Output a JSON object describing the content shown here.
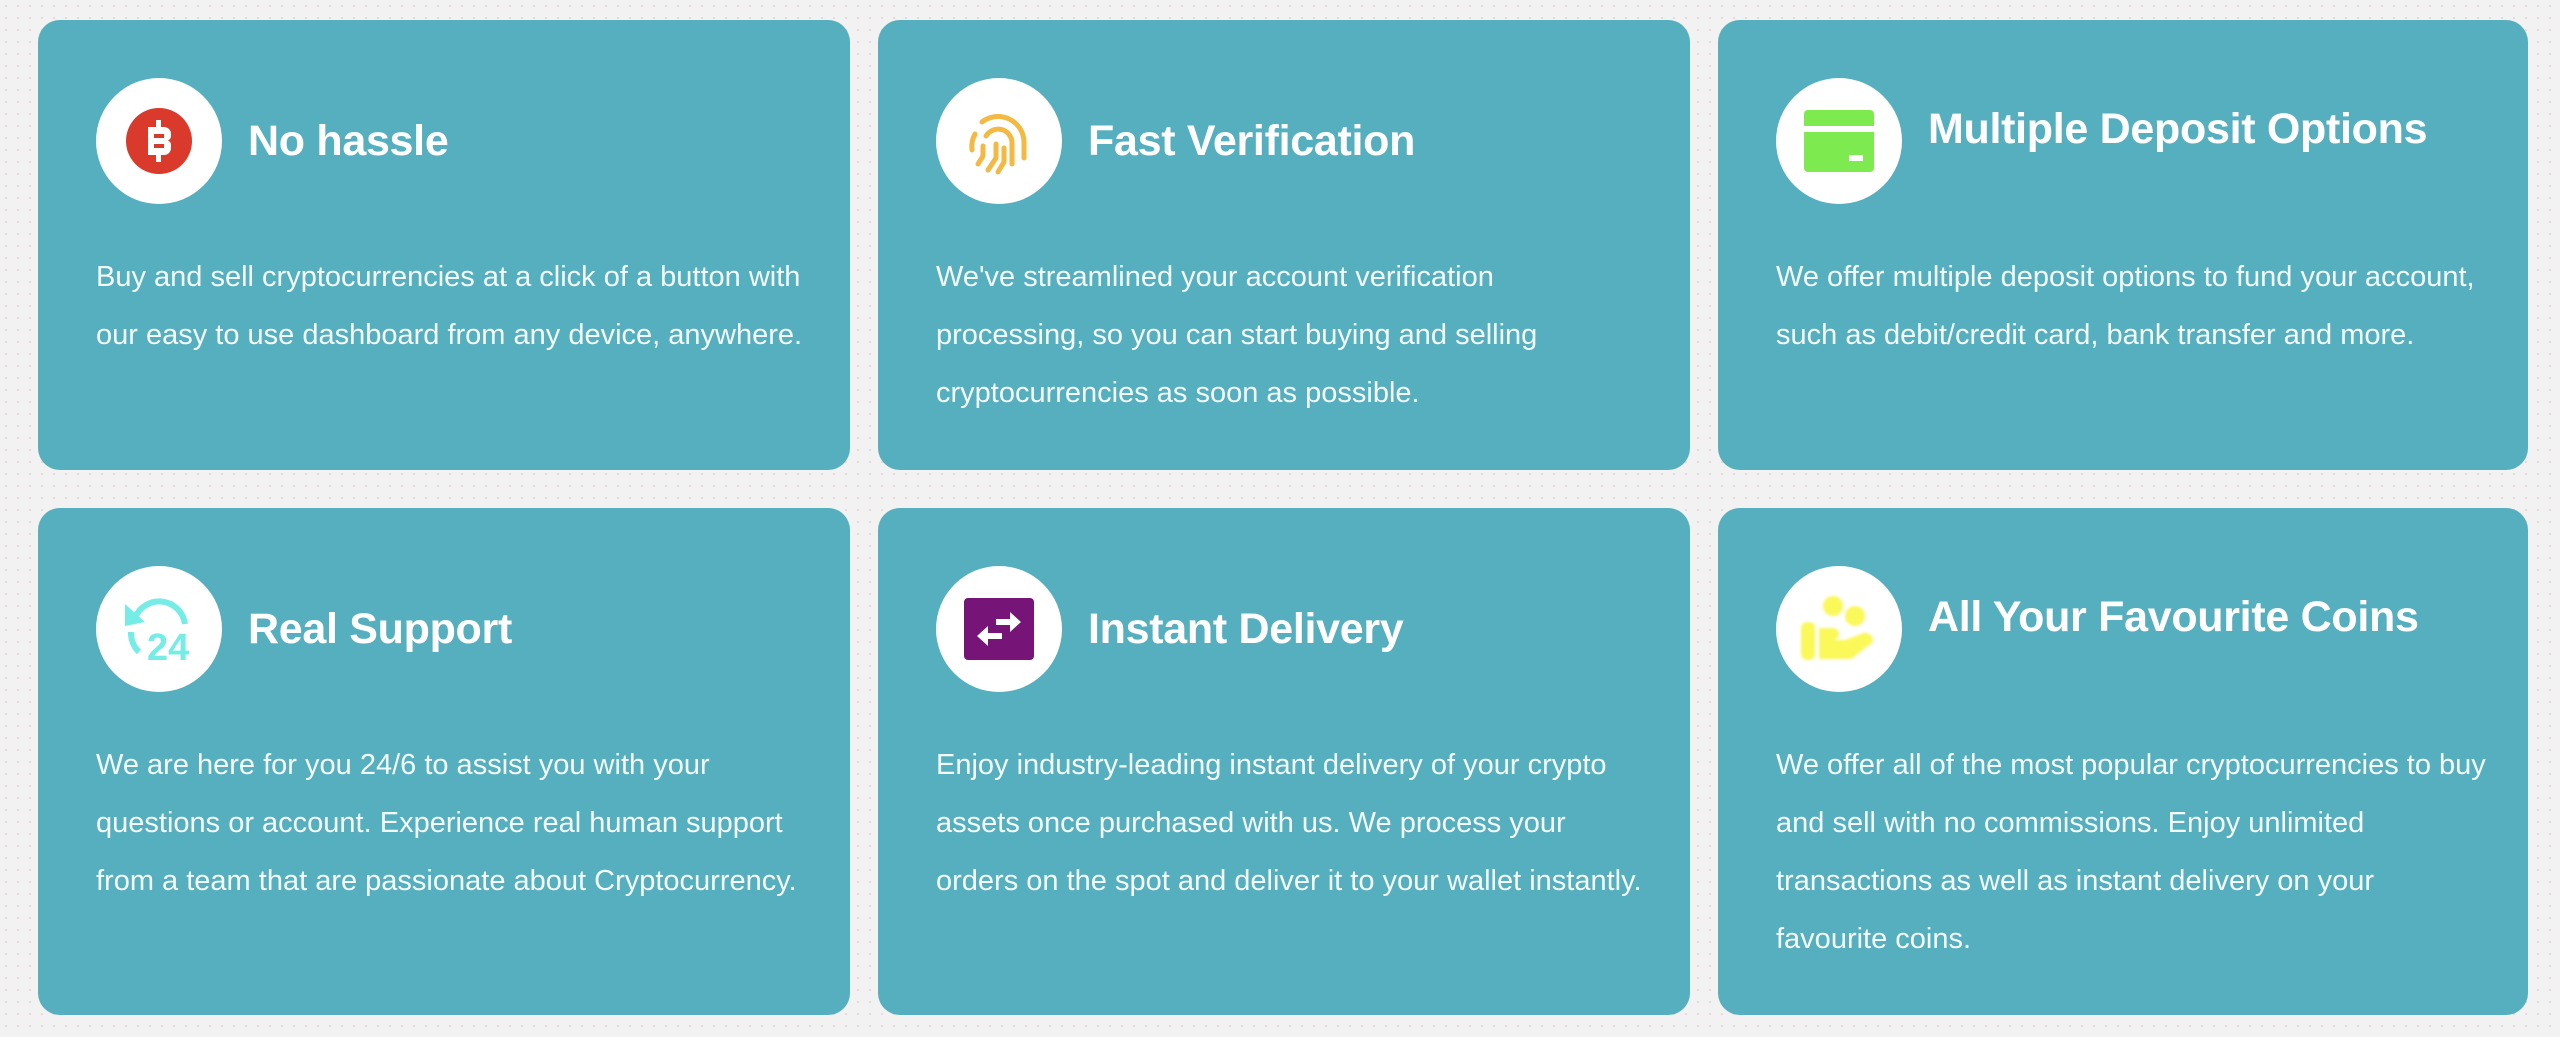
{
  "colors": {
    "page_background": "#f2f2f2",
    "card_background": "#55afbf",
    "icon_circle": "#ffffff",
    "text": "#ffffff"
  },
  "features": [
    {
      "title": "No hassle",
      "icon": "bitcoin-coin-icon",
      "icon_color": "#d93a2b",
      "description": "Buy and sell cryptocurrencies at a click of a button with our easy to use dashboard from any device, anywhere."
    },
    {
      "title": "Fast Verification",
      "icon": "fingerprint-icon",
      "icon_color": "#f3b942",
      "description": "We've streamlined your account verification processing, so you can start buying and selling cryptocurrencies as soon as possible."
    },
    {
      "title": "Multiple Deposit Options",
      "icon": "credit-card-icon",
      "icon_color": "#7deb4f",
      "description": "We offer multiple deposit options to fund your account, such as debit/credit card, bank transfer and more."
    },
    {
      "title": "Real Support",
      "icon": "support-24-hours-icon",
      "icon_color": "#75ece6",
      "description": "We are here for you 24/6 to assist you with your questions or account. Experience real human support from a team that are passionate about Cryptocurrency."
    },
    {
      "title": "Instant Delivery",
      "icon": "exchange-arrows-icon",
      "icon_color": "#771477",
      "description": "Enjoy industry-leading instant delivery of your crypto assets once purchased with us. We process your orders on the spot and deliver it to your wallet instantly."
    },
    {
      "title": "All Your Favourite Coins",
      "icon": "coins-in-hand-icon",
      "icon_color": "#fbf85a",
      "description": "We offer all of the most popular cryptocurrencies to buy and sell with no commissions. Enjoy unlimited transactions as well as instant delivery on your favourite coins."
    }
  ]
}
